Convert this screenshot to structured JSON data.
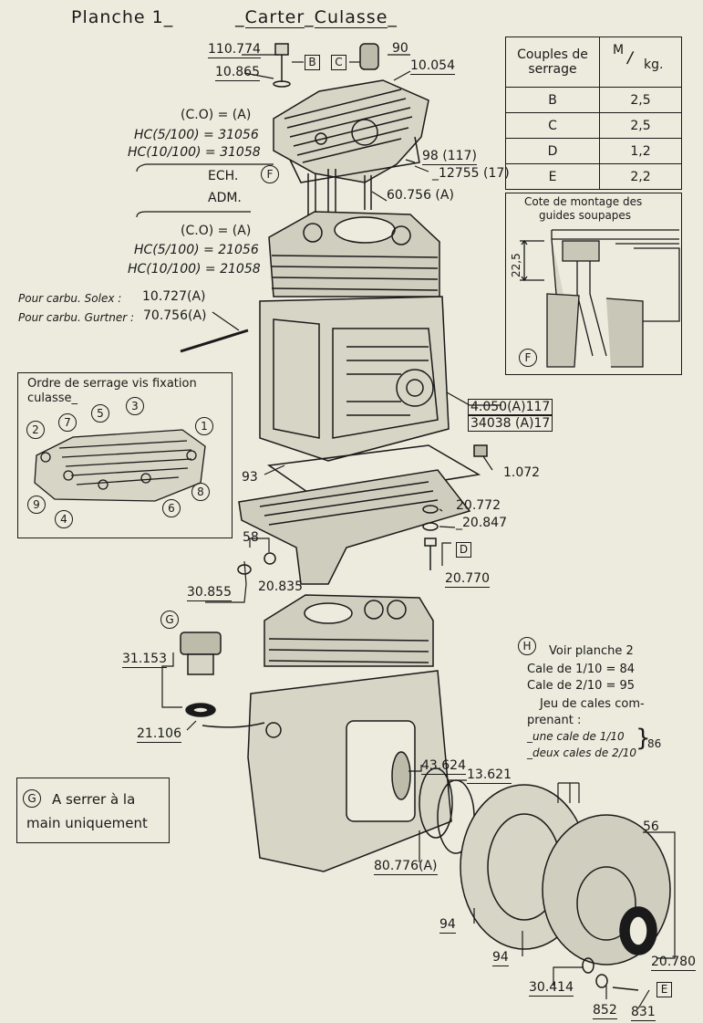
{
  "header": {
    "planche": "Planche 1",
    "title_carter": "Carter",
    "title_culasse": "Culasse"
  },
  "torque_table": {
    "col1": "Couples de serrage",
    "col2_top": "M",
    "col2_bottom": "kg.",
    "rows": [
      {
        "key": "B",
        "value": "2,5"
      },
      {
        "key": "C",
        "value": "2,5"
      },
      {
        "key": "D",
        "value": "1,2"
      },
      {
        "key": "E",
        "value": "2,2"
      }
    ]
  },
  "guide_box": {
    "title_line1": "Cote de montage des",
    "title_line2": "guides soupapes",
    "dimension": "22,5",
    "marker": "F"
  },
  "order_box": {
    "title_line1": "Ordre de serrage vis fixation",
    "title_line2": "culasse",
    "numbers": [
      "1",
      "2",
      "3",
      "4",
      "5",
      "6",
      "7",
      "8",
      "9"
    ]
  },
  "note_g": {
    "marker": "G",
    "line1": "A serrer à la",
    "line2": "main uniquement"
  },
  "note_h": {
    "marker": "H",
    "line1": "Voir planche 2",
    "line2": "Cale de 1/10 = 84",
    "line3": "Cale de 2/10 = 95",
    "line4": "Jeu de cales com-",
    "line5": "prenant :",
    "line6": "une cale de 1/10",
    "line7": "deux cales de 2/10",
    "line8": "86"
  },
  "valve_labels": {
    "co_a": "(C.O) = (A)",
    "hc5_top": "HC(5/100) = 31056",
    "hc10_top": "HC(10/100) = 31058",
    "ech": "ECH.",
    "adm": "ADM.",
    "co_a_bottom": "(C.O) = (A)",
    "hc5_bottom": "HC(5/100) = 21056",
    "hc10_bottom": "HC(10/100) = 21058",
    "marker_f": "F"
  },
  "carbu": {
    "solex_label": "Pour carbu. Solex :",
    "solex_ref": "10.727(A)",
    "gurtner_label": "Pour carbu. Gurtner :",
    "gurtner_ref": "70.756(A)"
  },
  "parts": {
    "p110774": "110.774",
    "p10865": "10.865",
    "mB": "B",
    "mC": "C",
    "p90": "90",
    "p10054": "10.054",
    "p98": "98 (117)",
    "p12755": "12755 (17)",
    "p60756": "60.756 (A)",
    "p4050": "4.050(A)117",
    "p34038": "34038 (A)17",
    "p1072": "1.072",
    "p93": "93",
    "p20772": "20.772",
    "p20847": "20.847",
    "mD": "D",
    "p20770": "20.770",
    "p58": "58",
    "p30855": "30.855",
    "p20835": "20.835",
    "p31153": "31.153",
    "mG": "G",
    "p21106": "21.106",
    "p43624": "43.624",
    "p13621": "13.621",
    "p80776": "80.776(A)",
    "p56": "56",
    "p94a": "94",
    "p94b": "94",
    "p20780": "20.780",
    "p30414": "30.414",
    "p852": "852",
    "p831": "831",
    "mE": "E"
  }
}
